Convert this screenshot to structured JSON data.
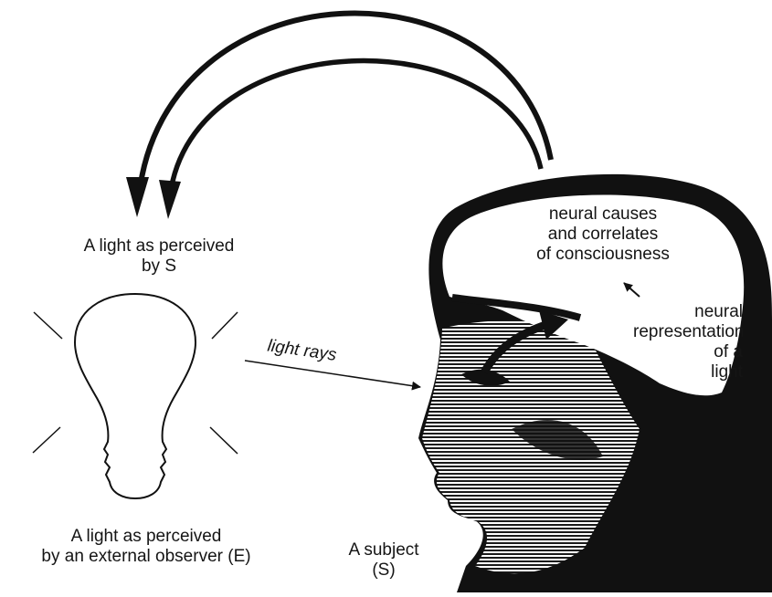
{
  "labels": {
    "perceived_by_s": [
      "A light as perceived",
      "by S"
    ],
    "external": [
      "A light as perceived",
      "by an external observer (E)"
    ],
    "subject": [
      "A subject",
      "(S)"
    ],
    "light_rays": "light rays",
    "neural_causes": [
      "neural causes",
      "and correlates",
      "of consciousness"
    ],
    "neural_rep": [
      "neural",
      "representation",
      "of a",
      "light"
    ]
  },
  "colors": {
    "ink": "#111111",
    "paper": "#ffffff"
  }
}
